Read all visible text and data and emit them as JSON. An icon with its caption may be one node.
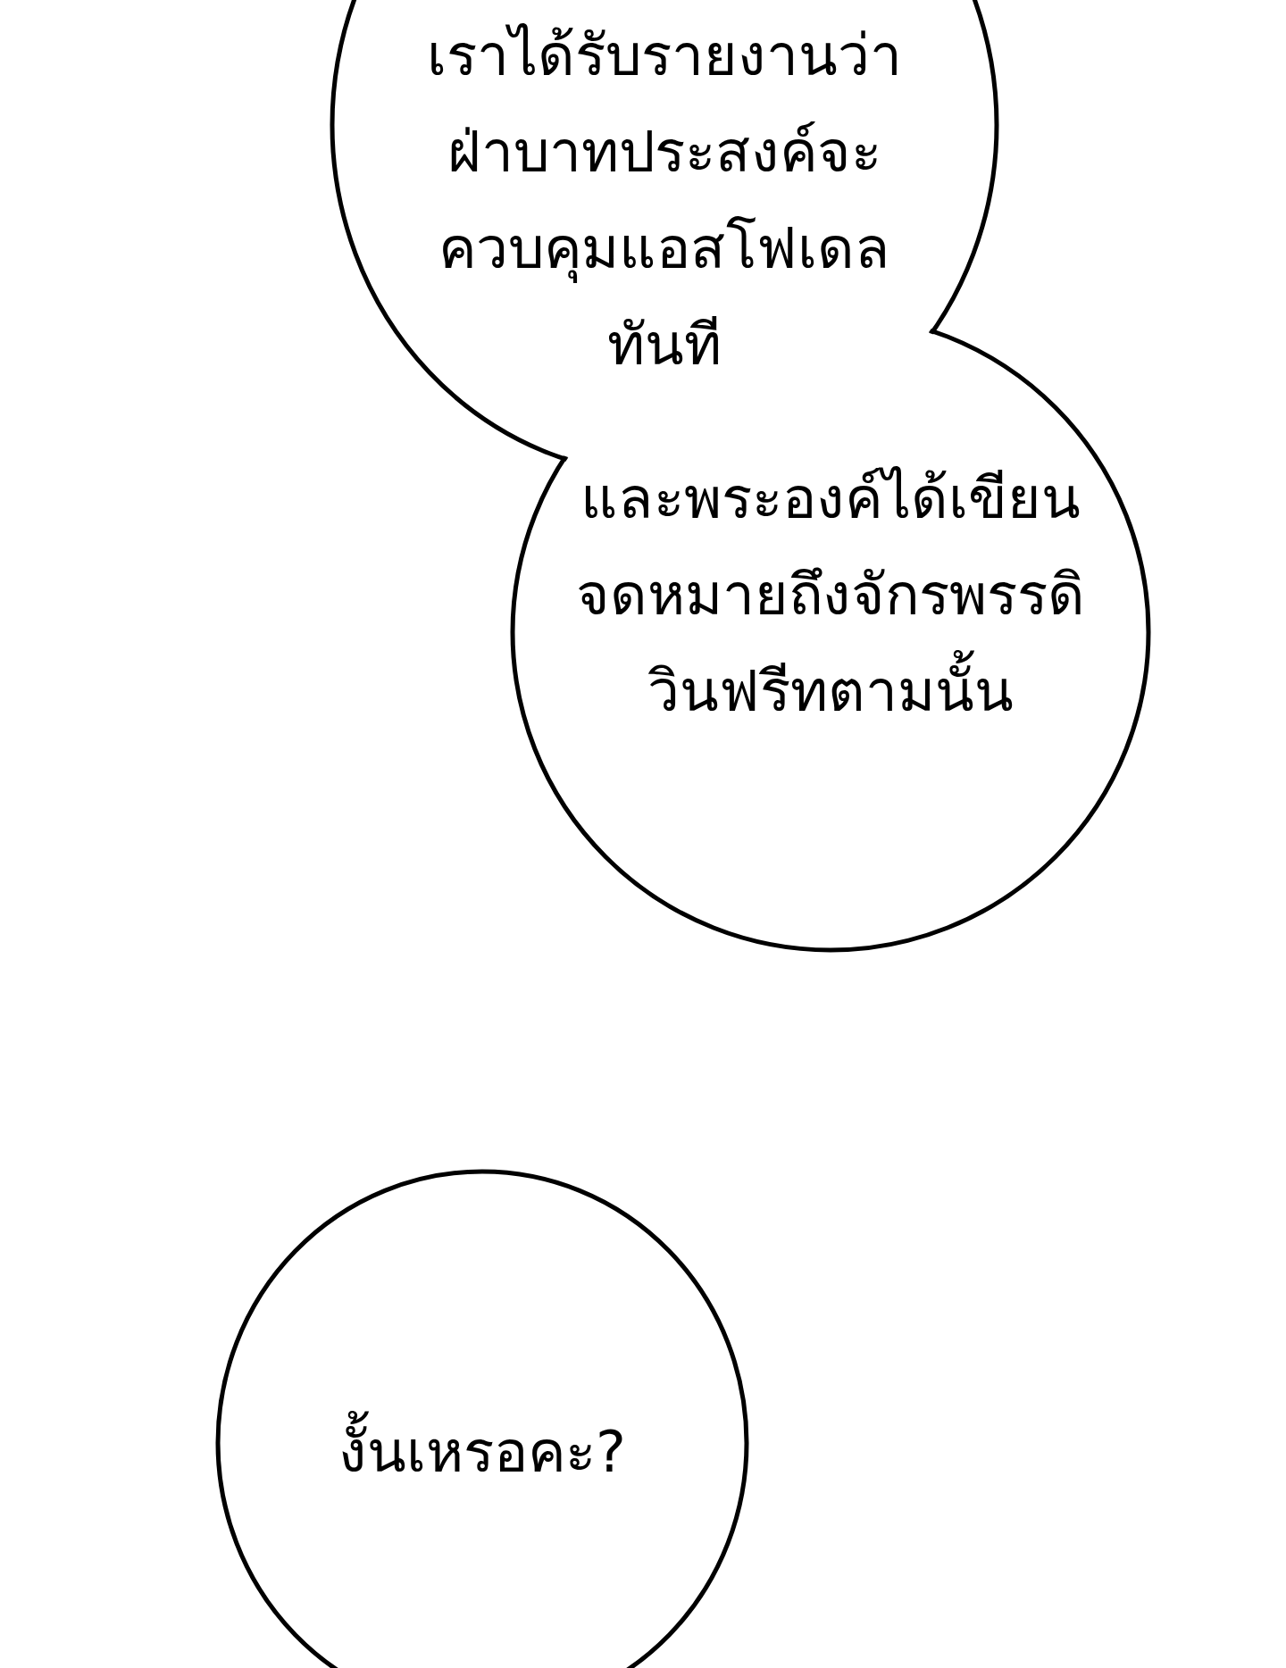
{
  "diagram": {
    "nodes": [
      {
        "text": [
          "เราได้รับรายงานว่าฝ่าบาทประสงค์จะควบคุมแอสโฟเดลทันที"
        ]
      },
      {
        "text": [
          "และพระองค์ได้เขียนจดหมายถึงจักรพรรดิวินฟรีทตามนั้น"
        ]
      },
      {
        "text": [
          "งั้นเหรอคะ?"
        ]
      }
    ]
  }
}
